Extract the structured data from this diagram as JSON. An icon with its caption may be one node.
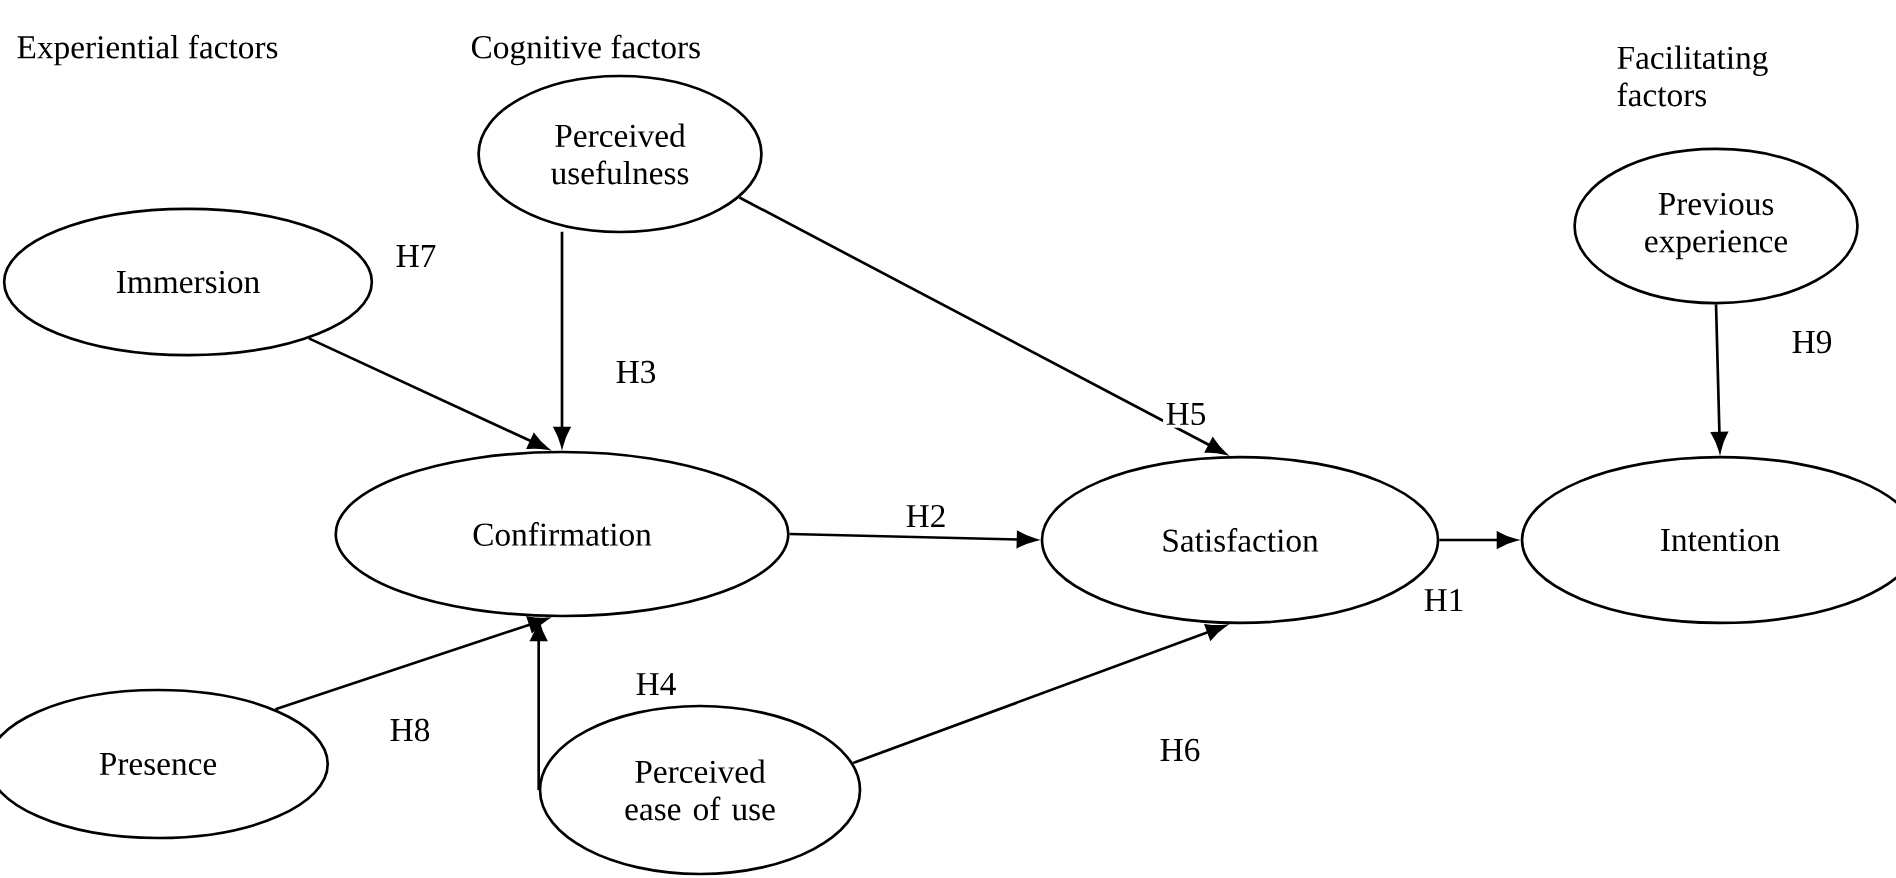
{
  "diagram": {
    "nodes": [
      {
        "text": [
          "Immersion"
        ]
      },
      {
        "text": [
          "Perceived usefulness"
        ]
      },
      {
        "text": [
          "Previous experience"
        ]
      },
      {
        "text": [
          "Confirmation"
        ]
      },
      {
        "text": [
          "Satisfaction"
        ]
      },
      {
        "text": [
          "Intention"
        ]
      },
      {
        "text": [
          "Presence"
        ]
      },
      {
        "text": [
          "Perceived ease of use"
        ]
      }
    ],
    "edges": [
      {
        "from": 0,
        "to": 3,
        "arrow": "to",
        "label": "H7"
      },
      {
        "from": 1,
        "to": 3,
        "arrow": "to",
        "label": "H3"
      },
      {
        "from": 1,
        "to": 4,
        "arrow": "to",
        "label": "H5"
      },
      {
        "from": 3,
        "to": 4,
        "arrow": "to",
        "label": "H2"
      },
      {
        "from": 4,
        "to": 5,
        "arrow": "to",
        "label": "H1"
      },
      {
        "from": 2,
        "to": 5,
        "arrow": "to",
        "label": "H9"
      },
      {
        "from": 6,
        "to": 3,
        "arrow": "to",
        "label": "H8"
      },
      {
        "from": 7,
        "to": 3,
        "arrow": "to",
        "label": "H4"
      },
      {
        "from": 7,
        "to": 4,
        "arrow": "to",
        "label": "H6"
      }
    ],
    "labels": [
      "Experiential factors",
      "Cognitive factors",
      "Facilitating factors"
    ]
  }
}
